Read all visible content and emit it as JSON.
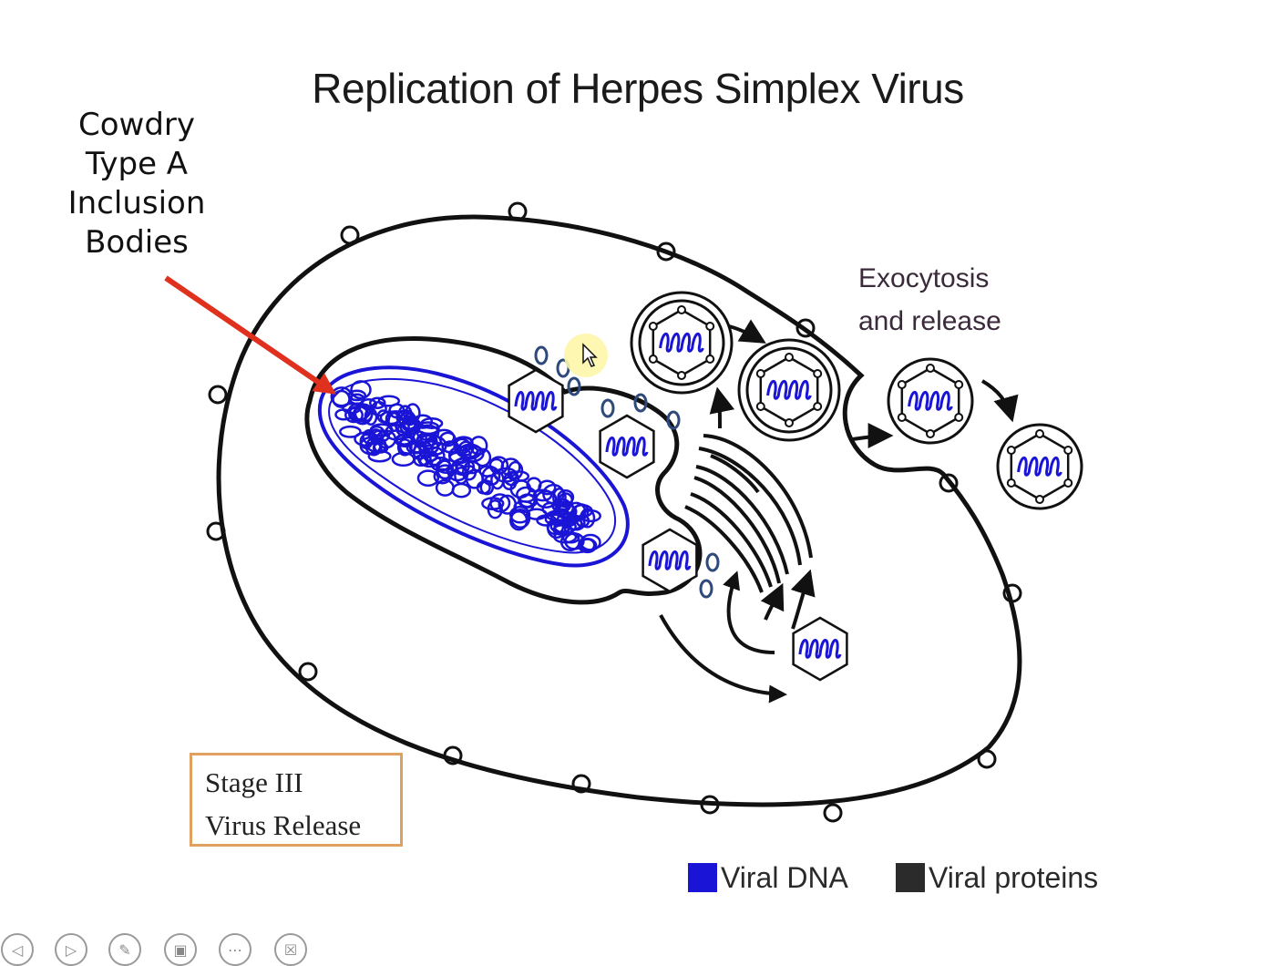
{
  "title": "Replication of Herpes Simplex Virus",
  "callout": {
    "lines": [
      "Cowdry",
      "Type A",
      "Inclusion",
      "Bodies"
    ],
    "arrow_color": "#e0301e"
  },
  "exocytosis": {
    "lines": [
      "Exocytosis",
      "and release"
    ]
  },
  "stage": {
    "line1": "Stage III",
    "line2": "Virus Release",
    "border_color": "#e0a060"
  },
  "legend": [
    {
      "label": "Viral DNA",
      "color": "#1a14d6"
    },
    {
      "label": "Viral proteins",
      "color": "#2b2b2b"
    }
  ],
  "colors": {
    "dna": "#1a14d6",
    "membrane": "#111111",
    "glycoprotein": "#2d4a7a",
    "cursor_highlight": "#fdf6a8"
  },
  "toolbar": {
    "icons": [
      "previous-icon",
      "next-icon",
      "pen-icon",
      "slides-icon",
      "more-icon",
      "end-show-icon"
    ]
  }
}
